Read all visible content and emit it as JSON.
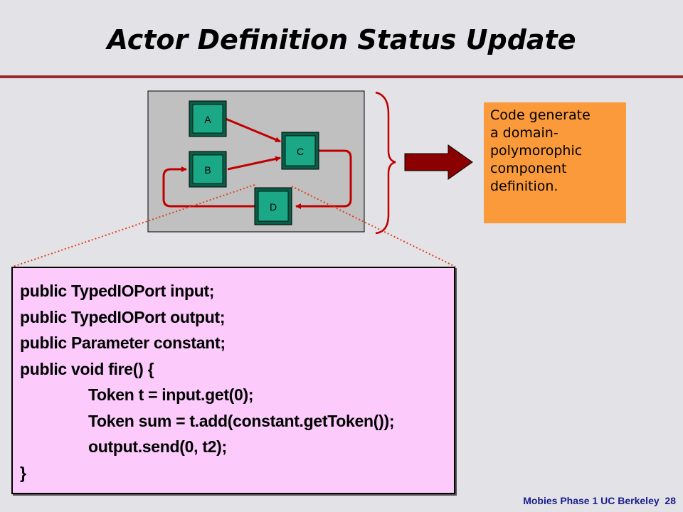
{
  "slide": {
    "title": "Actor Definition Status Update",
    "footer": "Mobies Phase 1 UC Berkeley",
    "page_number": "28"
  },
  "diagram": {
    "blocks": [
      {
        "id": "A",
        "label": "A"
      },
      {
        "id": "B",
        "label": "B"
      },
      {
        "id": "C",
        "label": "C"
      },
      {
        "id": "D",
        "label": "D"
      }
    ],
    "connections": [
      {
        "from": "A",
        "to": "C"
      },
      {
        "from": "B",
        "to": "C"
      },
      {
        "from": "C",
        "to": "D"
      },
      {
        "from": "D",
        "to": "B"
      }
    ],
    "colors": {
      "block_fill": "#1aa886",
      "connection": "#c00000",
      "panel": "#c0c0c0",
      "brace": "#c00000",
      "arrow": "#8b0000"
    }
  },
  "callout": {
    "text": "Code generate\na domain-\npolymorophic\ncomponent\ndefinition.",
    "color": "#fa9a3a"
  },
  "code": {
    "color": "#fccbfc",
    "lines": [
      {
        "text": "public TypedIOPort input;",
        "indent": false
      },
      {
        "text": "public TypedIOPort output;",
        "indent": false
      },
      {
        "text": "public Parameter constant;",
        "indent": false
      },
      {
        "text": "public void fire() {",
        "indent": false
      },
      {
        "text": "Token t = input.get(0);",
        "indent": true
      },
      {
        "text": "Token sum = t.add(constant.getToken());",
        "indent": true
      },
      {
        "text": "output.send(0, t2);",
        "indent": true
      },
      {
        "text": "}",
        "indent": false
      }
    ]
  }
}
